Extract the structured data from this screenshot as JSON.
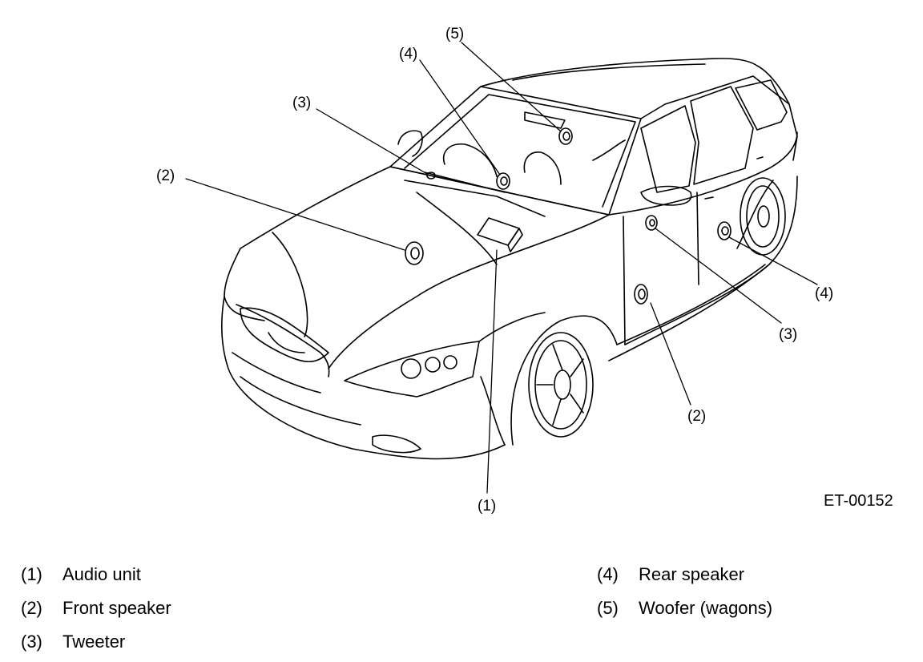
{
  "figure_id": "ET-00152",
  "callouts": [
    {
      "number": "(1)"
    },
    {
      "number": "(2)"
    },
    {
      "number": "(2)"
    },
    {
      "number": "(3)"
    },
    {
      "number": "(3)"
    },
    {
      "number": "(4)"
    },
    {
      "number": "(4)"
    },
    {
      "number": "(5)"
    }
  ],
  "legend": [
    {
      "number": "(1)",
      "text": "Audio unit"
    },
    {
      "number": "(2)",
      "text": "Front speaker"
    },
    {
      "number": "(3)",
      "text": "Tweeter"
    },
    {
      "number": "(4)",
      "text": "Rear speaker"
    },
    {
      "number": "(5)",
      "text": "Woofer (wagons)"
    }
  ],
  "colors": {
    "line": "#000000",
    "background": "#ffffff"
  }
}
